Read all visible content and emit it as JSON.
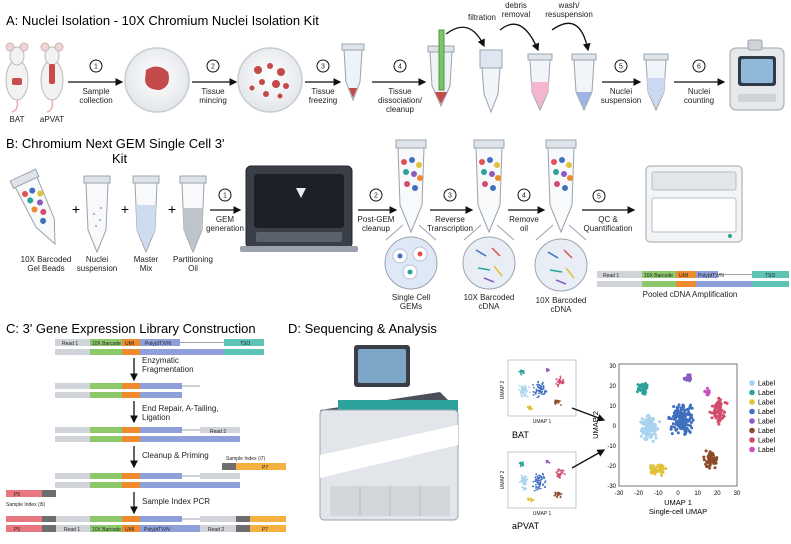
{
  "colors": {
    "read1": "#d0d3d8",
    "barcode": "#8dc86b",
    "umi": "#ef8a2e",
    "polydt": "#8f9fd9",
    "tso": "#5ec4b6",
    "p5": "#e8777f",
    "index": "#6e6e6e",
    "p7": "#f5b042",
    "tube_pink": "#f4b6cf",
    "tube_blue": "#9fb4e2",
    "tissue": "#c94c4c"
  },
  "sectionA": {
    "title": "A: Nuclei Isolation - 10X Chromium Nuclei Isolation Kit",
    "mice": [
      "BAT",
      "aPVAT"
    ],
    "steps": [
      {
        "num": "1",
        "label": "Sample collection"
      },
      {
        "num": "2",
        "label": "Tissue mincing"
      },
      {
        "num": "3",
        "label": "Tissue freezing"
      },
      {
        "num": "4",
        "label": "Tissue dissociation/ cleanup"
      },
      {
        "num": "5",
        "label": "Nuclei suspension"
      },
      {
        "num": "6",
        "label": "Nuclei counting"
      }
    ],
    "curved_labels": [
      "filtration",
      "debris removal",
      "wash/ resuspension"
    ]
  },
  "sectionB": {
    "title": "B: Chromium Next GEM Single Cell 3' Kit",
    "reagents": [
      "10X Barcoded Gel Beads",
      "Nuclei suspension",
      "Master Mix",
      "Partitioning Oil"
    ],
    "plus": "+",
    "steps": [
      {
        "num": "1",
        "label": "GEM generation"
      },
      {
        "num": "2",
        "label": "Post-GEM cleanup"
      },
      {
        "num": "3",
        "label": "Reverse Transcription"
      },
      {
        "num": "4",
        "label": "Remove oil"
      },
      {
        "num": "5",
        "label": "QC & Quantification"
      }
    ],
    "bubble_labels": [
      "Single Cell GEMs",
      "10X Barcoded cDNA",
      "10X Barcoded cDNA"
    ],
    "construct": {
      "read1": "Read 1",
      "barcode": "10X Barcode",
      "umi": "UMI",
      "polydt": "Poly(dT)VN",
      "tso": "TSO"
    },
    "amp_label": "Pooled cDNA Amplification"
  },
  "sectionC": {
    "title": "C: 3' Gene Expression Library Construction",
    "top_construct": {
      "read1": "Read 1",
      "barcode": "10X Barcode",
      "umi": "UMI",
      "polydt": "Poly(dT)VN",
      "tso": "TSO"
    },
    "steps": [
      "Enzymatic Fragmentation",
      "End Repair, A-Tailing, Ligation",
      "Cleanup & Priming",
      "Sample Index PCR"
    ],
    "read2": "Read 2",
    "sample_index_i7": "Sample Index (i7)",
    "p7": "P7",
    "p5": "P5",
    "sample_index_i5": "Sample Index (i5)",
    "final": {
      "p5": "P5",
      "read1": "Read 1",
      "barcode": "10X Barcode",
      "umi": "UMI",
      "polydt": "Poly(dT)VN",
      "read2": "Read 2",
      "p7": "P7"
    }
  },
  "sectionD": {
    "title": "D: Sequencing & Analysis",
    "small_plots": [
      {
        "caption": "BAT",
        "xlabel": "UMAP 1",
        "ylabel": "UMAP 2"
      },
      {
        "caption": "aPVAT",
        "xlabel": "UMAP 1",
        "ylabel": "UMAP 2"
      }
    ],
    "main_plot": {
      "xlabel": "UMAP 1",
      "ylabel": "UMAP 2",
      "caption": "Single-cell UMAP",
      "xticks": [
        "-30",
        "-20",
        "-10",
        "0",
        "10",
        "20",
        "30"
      ],
      "yticks": [
        "30",
        "20",
        "10",
        "0",
        "-10",
        "-20",
        "-30"
      ]
    },
    "legend": [
      {
        "label": "Label",
        "color": "#a7d3ef"
      },
      {
        "label": "Label",
        "color": "#2ba39a"
      },
      {
        "label": "Label",
        "color": "#e0c23a"
      },
      {
        "label": "Label",
        "color": "#3f6fbf"
      },
      {
        "label": "Label",
        "color": "#8a5cc0"
      },
      {
        "label": "Label",
        "color": "#8a4a2a"
      },
      {
        "label": "Label",
        "color": "#d14c6b"
      },
      {
        "label": "Label",
        "color": "#c94fc0"
      }
    ]
  }
}
